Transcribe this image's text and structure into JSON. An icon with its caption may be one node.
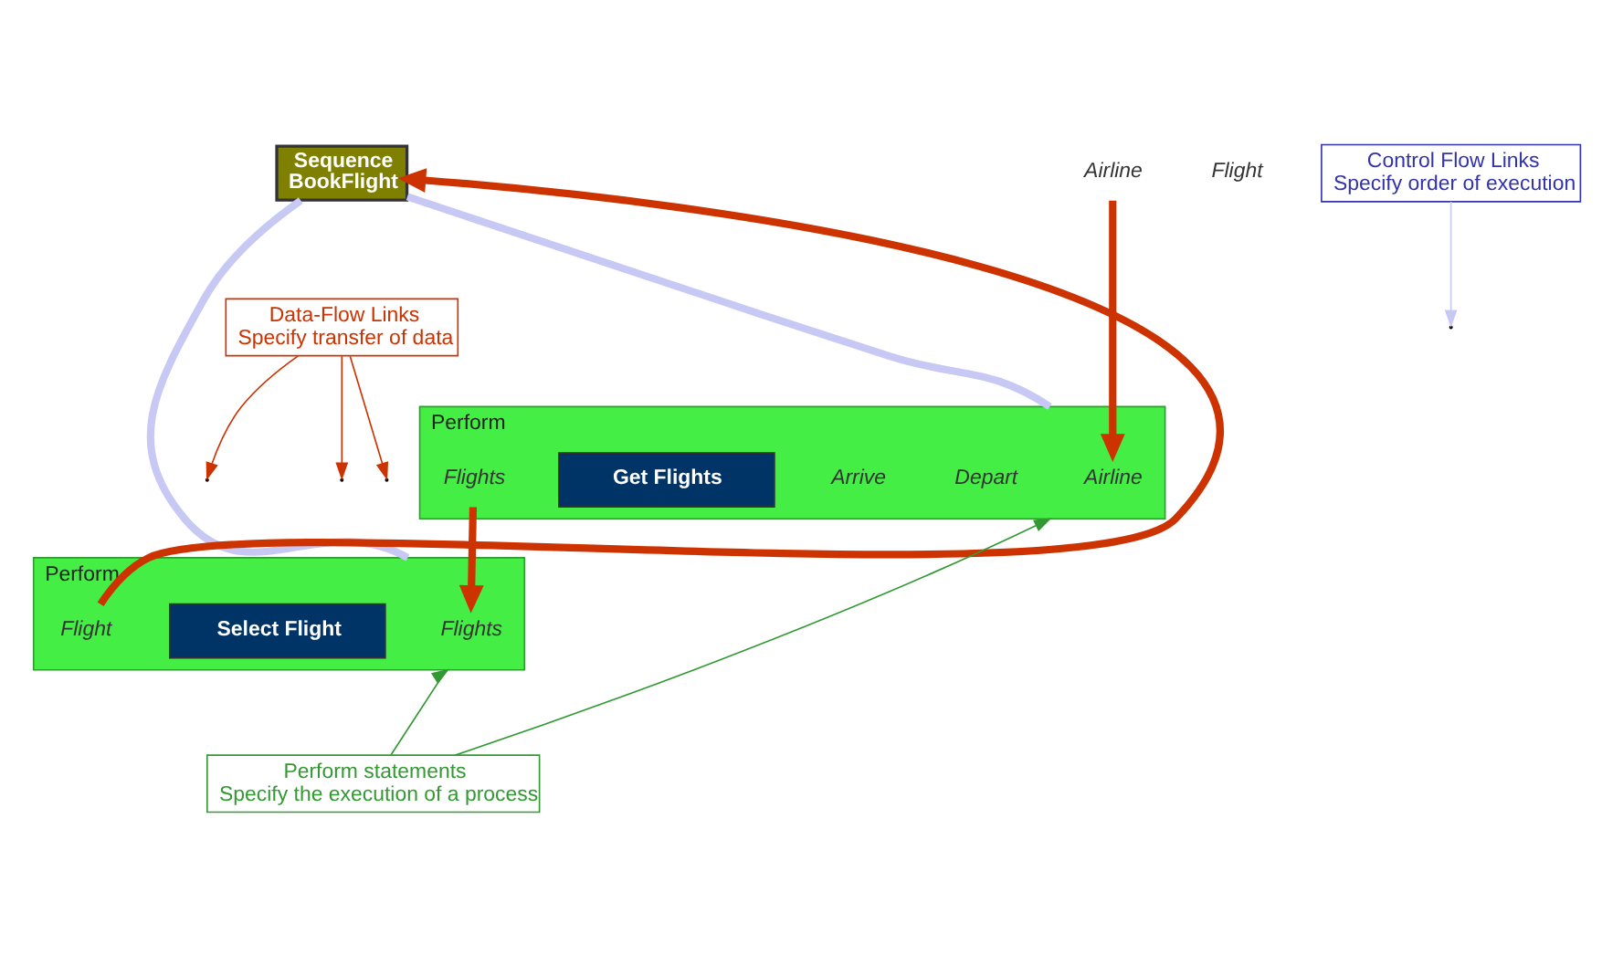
{
  "diagram": {
    "nodes": [
      {
        "text": [
          "Sequence",
          "BookFlight"
        ]
      },
      {
        "text": [
          "Airline"
        ]
      },
      {
        "text": [
          "Flight"
        ]
      },
      {
        "text": [
          "Control Flow Links",
          "Specify order of execution"
        ]
      },
      {
        "text": [
          "Data-Flow Links",
          "Specify transfer of data"
        ]
      },
      {
        "text": [
          "Perform"
        ]
      },
      {
        "text": [
          "Airline"
        ],
        "in": 5
      },
      {
        "text": [
          "Depart"
        ],
        "in": 5
      },
      {
        "text": [
          "Arrive"
        ],
        "in": 5
      },
      {
        "text": [
          "Get Flights"
        ],
        "in": 5
      },
      {
        "text": [
          "Flights"
        ],
        "in": 5
      },
      {
        "text": [
          "Perform"
        ]
      },
      {
        "text": [
          "Flights"
        ],
        "in": 11
      },
      {
        "text": [
          "Select Flight"
        ],
        "in": 11
      },
      {
        "text": [
          "Flight"
        ],
        "in": 11
      },
      {
        "text": [
          "Perform statements",
          "Specify the execution of a process"
        ]
      }
    ],
    "edges": [
      {
        "from": 1,
        "to": 6,
        "arrow": "to",
        "style": "thick"
      },
      {
        "from": 14,
        "to": 0,
        "arrow": "to",
        "style": "thick"
      },
      {
        "from": 10,
        "to": 12,
        "arrow": "to",
        "style": "thick"
      },
      {
        "from": 4,
        "to": null,
        "arrow": "to"
      },
      {
        "from": 4,
        "to": null,
        "arrow": "to"
      },
      {
        "from": 4,
        "to": null,
        "arrow": "to"
      },
      {
        "from": 3,
        "to": null,
        "arrow": "to",
        "color": "#c8c8f4"
      },
      {
        "from": 0,
        "to": 5,
        "arrow": "none",
        "style": "thick",
        "color": "#c8c8f4"
      },
      {
        "from": 0,
        "to": 11,
        "arrow": "none",
        "style": "thick",
        "color": "#c8c8f4"
      },
      {
        "from": 15,
        "to": 5,
        "arrow": "to",
        "color": "#339933"
      },
      {
        "from": 15,
        "to": 11,
        "arrow": "to",
        "color": "#339933"
      }
    ]
  }
}
